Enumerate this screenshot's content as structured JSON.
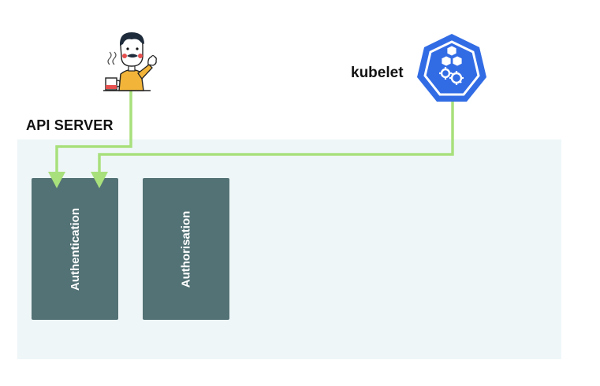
{
  "region": {
    "title": "API SERVER"
  },
  "modules": [
    {
      "label": "Authentication"
    },
    {
      "label": "Authorisation"
    }
  ],
  "actors": {
    "kubelet_label": "kubelet",
    "user_icon": "person-with-coffee-icon",
    "kubelet_icon": "kubernetes-logo-icon"
  },
  "colors": {
    "region_bg": "#eef6f8",
    "module_bg": "#537275",
    "arrow": "#a8e07c",
    "k8s_blue": "#326ce5"
  }
}
